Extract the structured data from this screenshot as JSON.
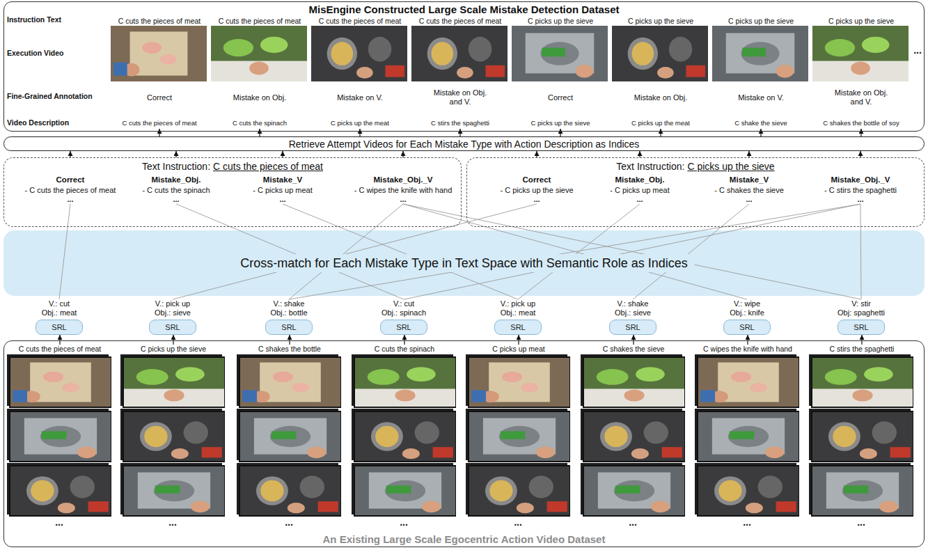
{
  "diagram": {
    "nodes": [
      {
        "text": [
          "MisEngine Constructed Large Scale Mistake Detection Dataset"
        ]
      },
      {
        "text": [
          "C cuts the pieces of meat",
          "Correct",
          "C cuts the pieces of meat"
        ],
        "in": 0
      },
      {
        "text": [
          "C cuts the pieces of meat",
          "Mistake on Obj.",
          "C cuts the spinach"
        ],
        "in": 0
      },
      {
        "text": [
          "C cuts the pieces of meat",
          "Mistake on V.",
          "C picks up the meat"
        ],
        "in": 0
      },
      {
        "text": [
          "C cuts the pieces of meat",
          "Mistake on Obj. and V.",
          "C stirs the spaghetti"
        ],
        "in": 0
      },
      {
        "text": [
          "C picks up the sieve",
          "Correct",
          "C picks up the sieve"
        ],
        "in": 0
      },
      {
        "text": [
          "C picks up the sieve",
          "Mistake on Obj.",
          "C picks up the meat"
        ],
        "in": 0
      },
      {
        "text": [
          "C picks up the sieve",
          "Mistake on V.",
          "C shake the sieve"
        ],
        "in": 0
      },
      {
        "text": [
          "C picks up the sieve",
          "Mistake on Obj. and V.",
          "C shakes the bottle of soy"
        ],
        "in": 0
      },
      {
        "text": [
          "Retrieve Attempt Videos for Each Mistake Type with Action Description as Indices"
        ]
      },
      {
        "text": [
          "Text Instruction:",
          "C cuts the pieces of meat"
        ]
      },
      {
        "text": [
          "Correct",
          "- C cuts the pieces of meat",
          "..."
        ],
        "in": 10
      },
      {
        "text": [
          "Mistake_Obj.",
          "- C cuts the spinach",
          "..."
        ],
        "in": 10
      },
      {
        "text": [
          "Mistake_V",
          "- C picks up meat",
          "..."
        ],
        "in": 10
      },
      {
        "text": [
          "Mistake_Obj._V",
          "- C wipes the knife with hand",
          "..."
        ],
        "in": 10
      },
      {
        "text": [
          "Text Instruction:",
          "C picks up the sieve"
        ]
      },
      {
        "text": [
          "Correct",
          "- C picks up the sieve",
          "..."
        ],
        "in": 15
      },
      {
        "text": [
          "Mistake_Obj.",
          "- C picks up meat",
          "..."
        ],
        "in": 15
      },
      {
        "text": [
          "Mistake_V",
          "- C shakes the sieve",
          "..."
        ],
        "in": 15
      },
      {
        "text": [
          "Mistake_Obj._V",
          "- C stirs the spaghetti",
          "..."
        ],
        "in": 15
      },
      {
        "text": [
          "Cross-match for Each Mistake Type in Text Space with Semantic Role as Indices"
        ]
      },
      {
        "text": [
          "V.: cut",
          "Obj.: meat",
          "SRL"
        ]
      },
      {
        "text": [
          "V.: pick up",
          "Obj.: sieve",
          "SRL"
        ]
      },
      {
        "text": [
          "V.: shake",
          "Obj.: bottle",
          "SRL"
        ]
      },
      {
        "text": [
          "V.: cut",
          "Obj.: spinach",
          "SRL"
        ]
      },
      {
        "text": [
          "V.: pick up",
          "Obj.: meat",
          "SRL"
        ]
      },
      {
        "text": [
          "V.: shake",
          "Obj.: sieve",
          "SRL"
        ]
      },
      {
        "text": [
          "V.: wipe",
          "Obj.: knife",
          "SRL"
        ]
      },
      {
        "text": [
          "V: stir",
          "Obj: spaghetti",
          "SRL"
        ]
      },
      {
        "text": [
          "An Existing Large Scale Egocentric Action Video Dataset"
        ]
      },
      {
        "text": [
          "C cuts the pieces of meat"
        ],
        "in": 29
      },
      {
        "text": [
          "C picks up the sieve"
        ],
        "in": 29
      },
      {
        "text": [
          "C shakes the bottle"
        ],
        "in": 29
      },
      {
        "text": [
          "C cuts the spinach"
        ],
        "in": 29
      },
      {
        "text": [
          "C picks up meat"
        ],
        "in": 29
      },
      {
        "text": [
          "C shakes the sieve"
        ],
        "in": 29
      },
      {
        "text": [
          "C wipes the knife with hand"
        ],
        "in": 29
      },
      {
        "text": [
          "C stirs the spaghetti"
        ],
        "in": 29
      }
    ],
    "edges": [
      {
        "from": 9,
        "to": 1,
        "arrow": "to"
      },
      {
        "from": 9,
        "to": 2,
        "arrow": "to"
      },
      {
        "from": 9,
        "to": 3,
        "arrow": "to"
      },
      {
        "from": 9,
        "to": 4,
        "arrow": "to"
      },
      {
        "from": 9,
        "to": 5,
        "arrow": "to"
      },
      {
        "from": 9,
        "to": 6,
        "arrow": "to"
      },
      {
        "from": 9,
        "to": 7,
        "arrow": "to"
      },
      {
        "from": 9,
        "to": 8,
        "arrow": "to"
      },
      {
        "from": 10,
        "to": 9,
        "arrow": "to"
      },
      {
        "from": 10,
        "to": 9,
        "arrow": "to"
      },
      {
        "from": 10,
        "to": 9,
        "arrow": "to"
      },
      {
        "from": 10,
        "to": 9,
        "arrow": "to"
      },
      {
        "from": 15,
        "to": 9,
        "arrow": "to"
      },
      {
        "from": 15,
        "to": 9,
        "arrow": "to"
      },
      {
        "from": 15,
        "to": 9,
        "arrow": "to"
      },
      {
        "from": 15,
        "to": 9,
        "arrow": "to"
      },
      {
        "from": 21,
        "to": 11,
        "arrow": "none"
      },
      {
        "from": 24,
        "to": 12,
        "arrow": "none"
      },
      {
        "from": 25,
        "to": 13,
        "arrow": "none"
      },
      {
        "from": 27,
        "to": 14,
        "arrow": "none"
      },
      {
        "from": 23,
        "to": 14,
        "arrow": "none"
      },
      {
        "from": 28,
        "to": 14,
        "arrow": "none"
      },
      {
        "from": 22,
        "to": 16,
        "arrow": "none"
      },
      {
        "from": 25,
        "to": 17,
        "arrow": "none"
      },
      {
        "from": 26,
        "to": 18,
        "arrow": "none"
      },
      {
        "from": 28,
        "to": 19,
        "arrow": "none"
      },
      {
        "from": 23,
        "to": 19,
        "arrow": "none"
      },
      {
        "from": 24,
        "to": 19,
        "arrow": "none"
      },
      {
        "from": 30,
        "to": 21,
        "arrow": "to"
      },
      {
        "from": 31,
        "to": 22,
        "arrow": "to"
      },
      {
        "from": 32,
        "to": 23,
        "arrow": "to"
      },
      {
        "from": 33,
        "to": 24,
        "arrow": "to"
      },
      {
        "from": 34,
        "to": 25,
        "arrow": "to"
      },
      {
        "from": 35,
        "to": 26,
        "arrow": "to"
      },
      {
        "from": 36,
        "to": 27,
        "arrow": "to"
      },
      {
        "from": 37,
        "to": 28,
        "arrow": "to"
      }
    ],
    "labels": [
      "Instruction Text",
      "Execution Video",
      "Fine-Grained Annotation",
      "Video Description",
      "...",
      "...",
      "...",
      "...",
      "...",
      "...",
      "...",
      "...",
      "..."
    ]
  }
}
